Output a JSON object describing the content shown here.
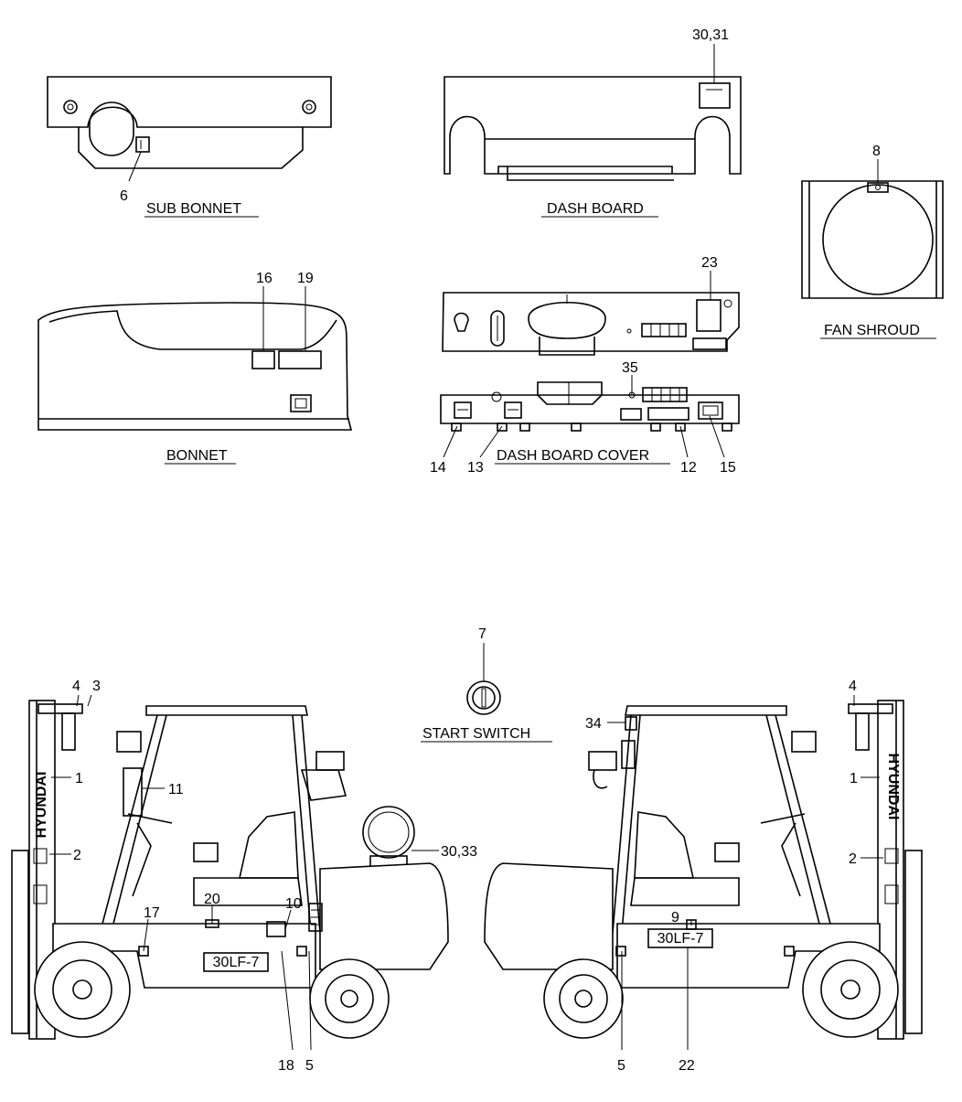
{
  "captions": {
    "sub_bonnet": "SUB BONNET",
    "dash_board": "DASH BOARD",
    "fan_shroud": "FAN SHROUD",
    "bonnet": "BONNET",
    "dash_board_cover": "DASH BOARD COVER",
    "start_switch": "START SWITCH"
  },
  "callouts": {
    "c6": "6",
    "c30_31": "30,31",
    "c8": "8",
    "c16": "16",
    "c19": "19",
    "c23": "23",
    "c35": "35",
    "c14": "14",
    "c13": "13",
    "c12": "12",
    "c15": "15",
    "c7": "7",
    "c4_left": "4",
    "c3": "3",
    "c1_left": "1",
    "c11": "11",
    "c2_left": "2",
    "c17": "17",
    "c20": "20",
    "c10": "10",
    "c30_33": "30,33",
    "c18": "18",
    "c5_left": "5",
    "c34": "34",
    "c4_right": "4",
    "c1_right": "1",
    "c2_right": "2",
    "c9": "9",
    "c5_right": "5",
    "c22": "22"
  },
  "decals": {
    "brand": "HYUNDAI",
    "model": "30LF-7"
  }
}
